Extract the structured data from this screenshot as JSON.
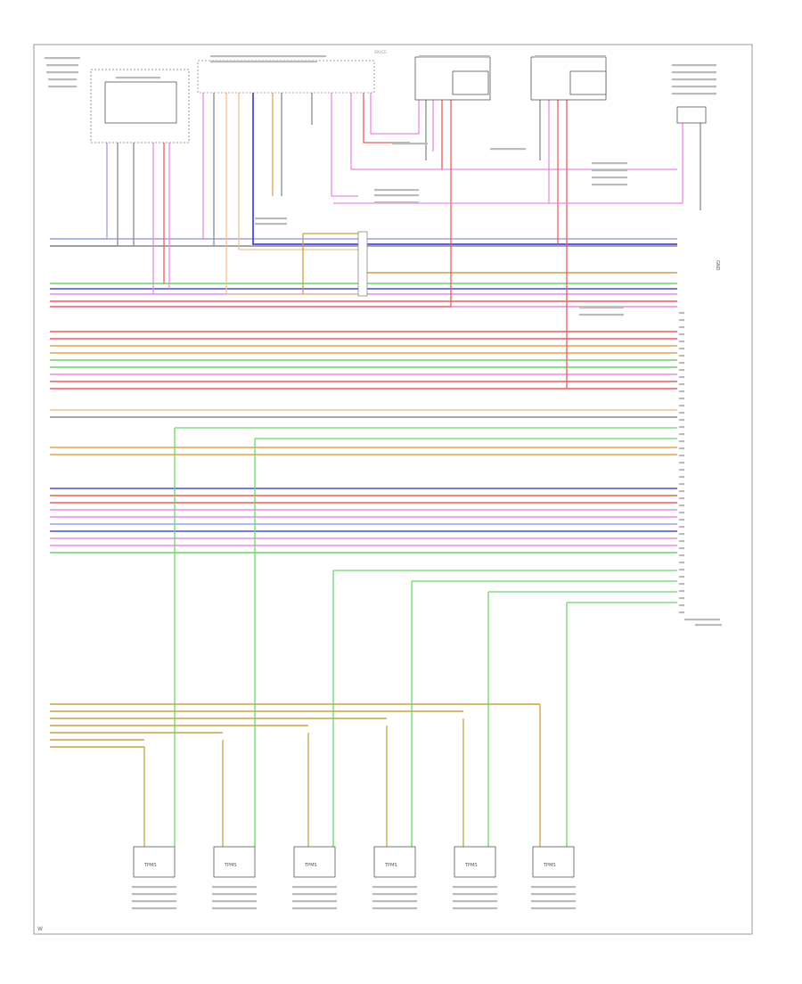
{
  "footer": {
    "code": "W"
  },
  "notes": {
    "ground": "GND",
    "top_center": "SPLICE"
  },
  "colors": {
    "wire_pink": "#e88ae0",
    "wire_red": "#ee5a5a",
    "wire_blue": "#4a4ae0",
    "wire_lightblue": "#9aa0ee",
    "wire_green": "#6ad46a",
    "wire_orange": "#e8a24a",
    "wire_tan": "#c8a040",
    "wire_gray": "#8a8a8a",
    "wire_peach": "#f0c090",
    "box_stroke": "#555555"
  },
  "sensors": [
    {
      "name": "sensor-1",
      "label": "TPMS"
    },
    {
      "name": "sensor-2",
      "label": "TPMS"
    },
    {
      "name": "sensor-3",
      "label": "TPMS"
    },
    {
      "name": "sensor-4",
      "label": "TPMS"
    },
    {
      "name": "sensor-5",
      "label": "TPMS"
    },
    {
      "name": "sensor-6",
      "label": "TPMS"
    }
  ]
}
